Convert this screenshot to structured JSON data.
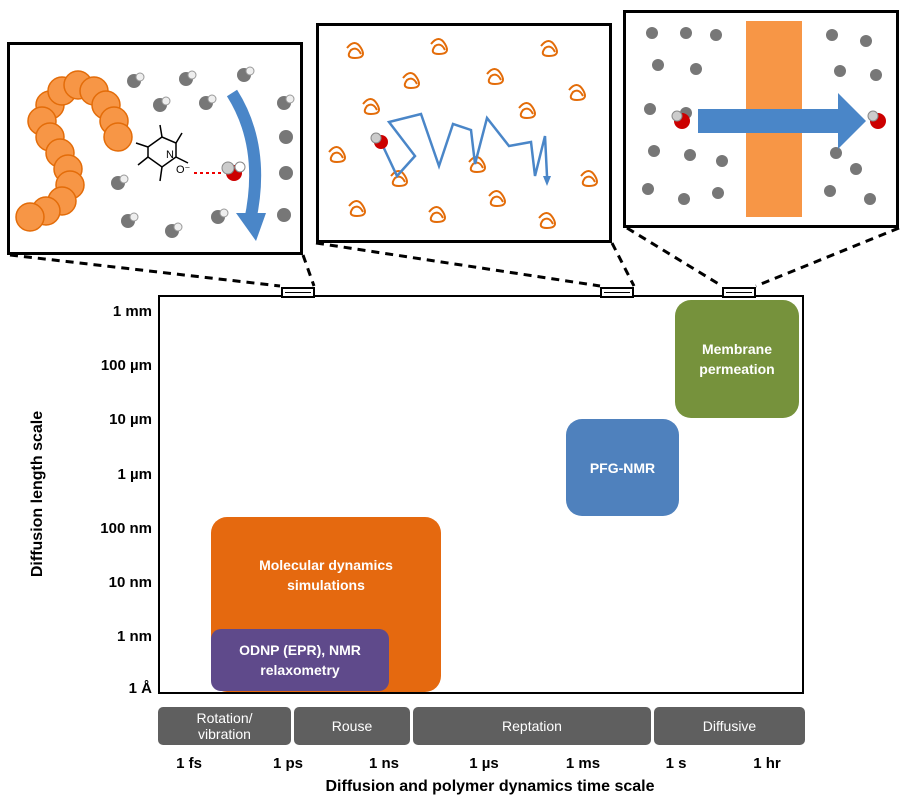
{
  "y_axis": {
    "label": "Diffusion length scale",
    "ticks": [
      "1 mm",
      "100 µm",
      "10 µm",
      "1 µm",
      "100 nm",
      "10 nm",
      "1 nm",
      "1 Å"
    ]
  },
  "x_axis": {
    "label": "Diffusion and polymer dynamics time scale",
    "ticks": [
      "1 fs",
      "1 ps",
      "1 ns",
      "1 µs",
      "1 ms",
      "1 s",
      "1 hr"
    ]
  },
  "regimes": [
    "Rotation/ vibration",
    "Rouse",
    "Reptation",
    "Diffusive"
  ],
  "regions": {
    "md": "Molecular dynamics simulations",
    "odnp": "ODNP (EPR), NMR relaxometry",
    "pfg": "PFG-NMR",
    "membrane": "Membrane permeation"
  },
  "colors": {
    "md": "#e5690f",
    "odnp": "#5f4a8b",
    "pfg": "#4f81bd",
    "membrane": "#76923c",
    "regime_bar": "#5f5f5f",
    "polymer": "#f79646",
    "arrow": "#4a86c8"
  },
  "icons": {
    "left_inset": "polymer-chain-nitroxide-water-icon",
    "middle_inset": "polymer-coils-random-walk-icon",
    "right_inset": "membrane-permeation-arrow-icon"
  }
}
